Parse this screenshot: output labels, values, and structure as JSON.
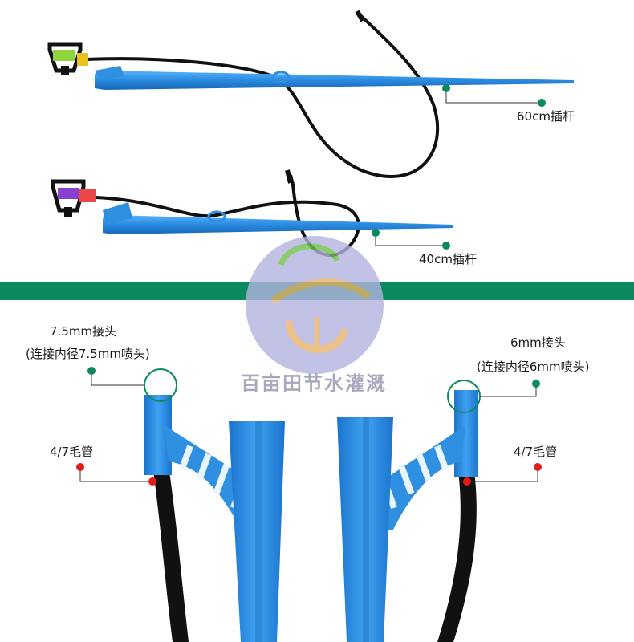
{
  "annotations": {
    "rod_60": "60cm插杆",
    "rod_40": "40cm插杆",
    "conn_75_title": "7.5mm接头",
    "conn_75_desc": "(连接内径7.5mm喷头)",
    "conn_6_title": "6mm接头",
    "conn_6_desc": "(连接内径6mm喷头)",
    "tube_left": "4/7毛管",
    "tube_right": "4/7毛管"
  },
  "watermark": {
    "brand_text": "百亩田节水灌溉"
  },
  "colors": {
    "stake_blue": "#2f8fe0",
    "tube_black": "#111111",
    "divider_green": "#0a8a5e",
    "marker_green": "#0a8a5e",
    "marker_red": "#e21c1c"
  },
  "icons": {
    "sprinkler_top": "sprinkler-head-yellow",
    "sprinkler_bottom": "sprinkler-head-purple"
  }
}
